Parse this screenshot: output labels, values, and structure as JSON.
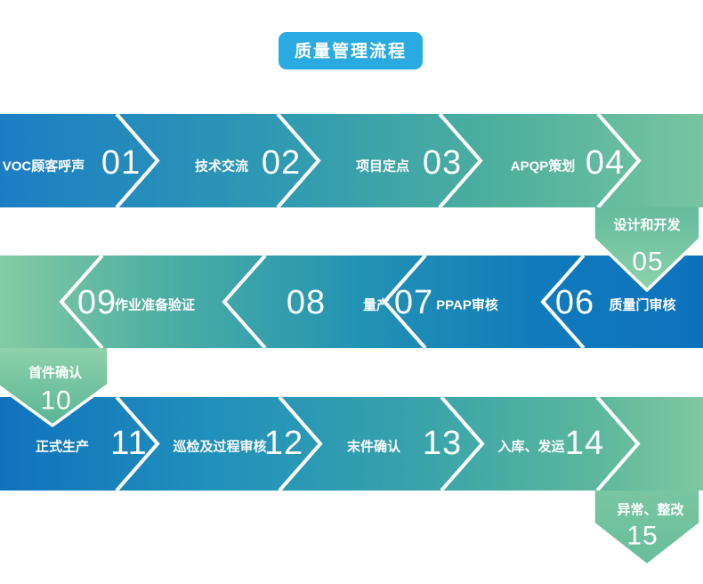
{
  "title": {
    "label": "质量管理流程"
  },
  "steps": {
    "s01": {
      "num": "01",
      "label": "VOC顾客呼声"
    },
    "s02": {
      "num": "02",
      "label": "技术交流"
    },
    "s03": {
      "num": "03",
      "label": "项目定点"
    },
    "s04": {
      "num": "04",
      "label": "APQP策划"
    },
    "s05": {
      "num": "05",
      "label": "设计和开发"
    },
    "s06": {
      "num": "06",
      "label": "质量门审核"
    },
    "s07": {
      "num": "07",
      "label": "PPAP审核"
    },
    "s08": {
      "num": "08",
      "label": "量产"
    },
    "s09": {
      "num": "09",
      "label": "作业准备验证"
    },
    "s10": {
      "num": "10",
      "label": "首件确认"
    },
    "s11": {
      "num": "11",
      "label": "正式生产"
    },
    "s12": {
      "num": "12",
      "label": "巡检及过程审核"
    },
    "s13": {
      "num": "13",
      "label": "末件确认"
    },
    "s14": {
      "num": "14",
      "label": "入库、发运"
    },
    "s15": {
      "num": "15",
      "label": "异常、整改"
    }
  },
  "colors": {
    "badge": "#29abe2",
    "row1_start": "#1b7ec4",
    "row1_end": "#77c5a1",
    "row2_start": "#85cba2",
    "row2_end": "#0d72be",
    "row3_start": "#1072bd",
    "row3_end": "#80c8a2",
    "pent05_top": "#63bc9d",
    "pent05_bottom": "#8ed1ab",
    "pent10_top": "#8fd1aa",
    "pent10_bottom": "#58b595",
    "pent15_top": "#79c6a1",
    "pent15_bottom": "#68bd9b",
    "text": "#ffffff"
  }
}
